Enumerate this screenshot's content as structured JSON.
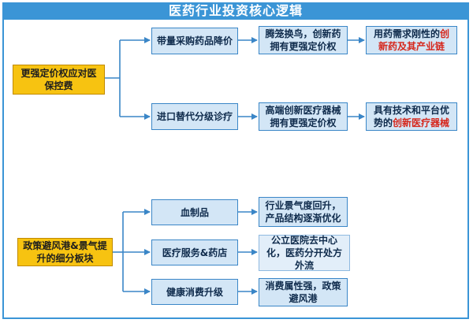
{
  "title": "医药行业投资核心逻辑",
  "colors": {
    "accent": "#3b95d6",
    "highlight": "#d6261b",
    "root_fill": "#f7c311",
    "node_fill": "#d3e6f6"
  },
  "group1": {
    "root": "更强定价权应对医保控费",
    "branches": [
      {
        "node": "带量采购药品降价",
        "middle": "腾笼换鸟，创新药拥有更强定价权",
        "result_plain": "用药需求刚性的",
        "result_highlight": "创新药及其产业链"
      },
      {
        "node": "进口替代分级诊疗",
        "middle": "高端创新医疗器械拥有更强定价权",
        "result_plain": "具有技术和平台优势的",
        "result_highlight": "创新医疗器械"
      }
    ]
  },
  "group2": {
    "root": "政策避风港&景气提升的细分板块",
    "branches": [
      {
        "node": "血制品",
        "result": "行业景气度回升，产品结构逐渐优化"
      },
      {
        "node": "医疗服务&药店",
        "result": "公立医院去中心化，医药分开处方外流"
      },
      {
        "node": "健康消费升级",
        "result": "消费属性强，政策避风港"
      }
    ]
  }
}
